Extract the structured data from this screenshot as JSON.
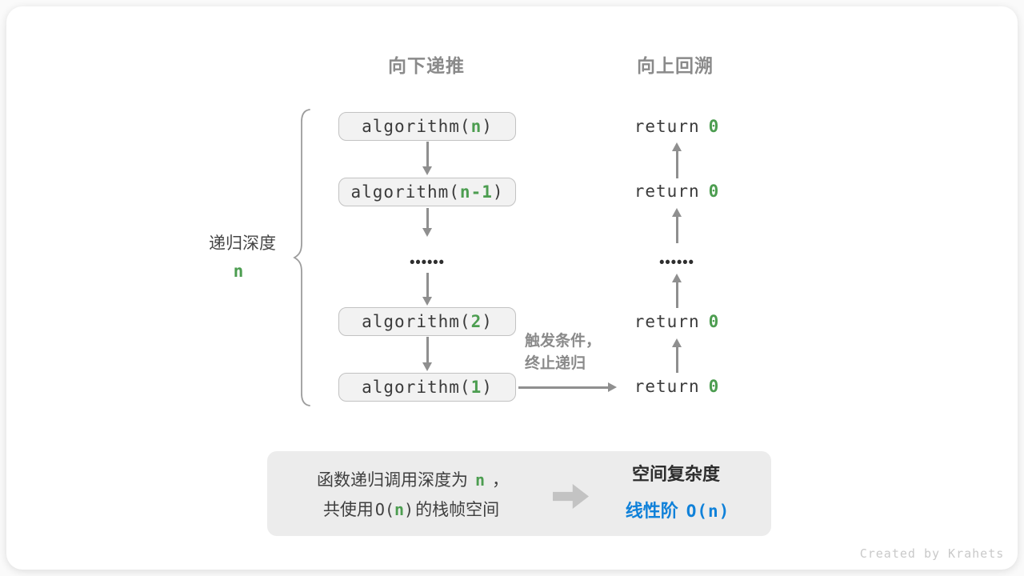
{
  "colors": {
    "green": "#4c9d50",
    "blue": "#1081d9",
    "heading_gray": "#8a8a8a",
    "arrow_gray": "#8f8f8f",
    "code_text": "#3b3b3b",
    "box_fill": "#f2f2f2",
    "box_border": "#c2c2c2",
    "panel_fill": "#ececec"
  },
  "headers": {
    "recurse_down": "向下递推",
    "backtrack_up": "向上回溯"
  },
  "depth_label": {
    "title": "递归深度",
    "value": "n"
  },
  "call_stack": [
    {
      "prefix": "algorithm(",
      "arg": "n",
      "suffix": ")"
    },
    {
      "prefix": "algorithm(",
      "arg": "n-1",
      "suffix": ")"
    },
    {
      "prefix": "algorithm(",
      "arg": "2",
      "suffix": ")"
    },
    {
      "prefix": "algorithm(",
      "arg": "1",
      "suffix": ")"
    }
  ],
  "ellipsis": "••••••",
  "returns": [
    {
      "keyword": "return",
      "value": "0"
    },
    {
      "keyword": "return",
      "value": "0"
    },
    {
      "keyword": "return",
      "value": "0"
    },
    {
      "keyword": "return",
      "value": "0"
    }
  ],
  "trigger": {
    "line1": "触发条件，",
    "line2": "终止递归"
  },
  "summary": {
    "line1": {
      "pre": "函数递归调用深度为",
      "arg": "n",
      "post": "，"
    },
    "line2": {
      "pre": "共使用",
      "o_pre": "O(",
      "arg": "n",
      "o_post": ")",
      "post": "的栈帧空间"
    },
    "result_title": "空间复杂度",
    "result_label": "线性阶",
    "result_code": "O(n)"
  },
  "credit": "Created by Krahets"
}
